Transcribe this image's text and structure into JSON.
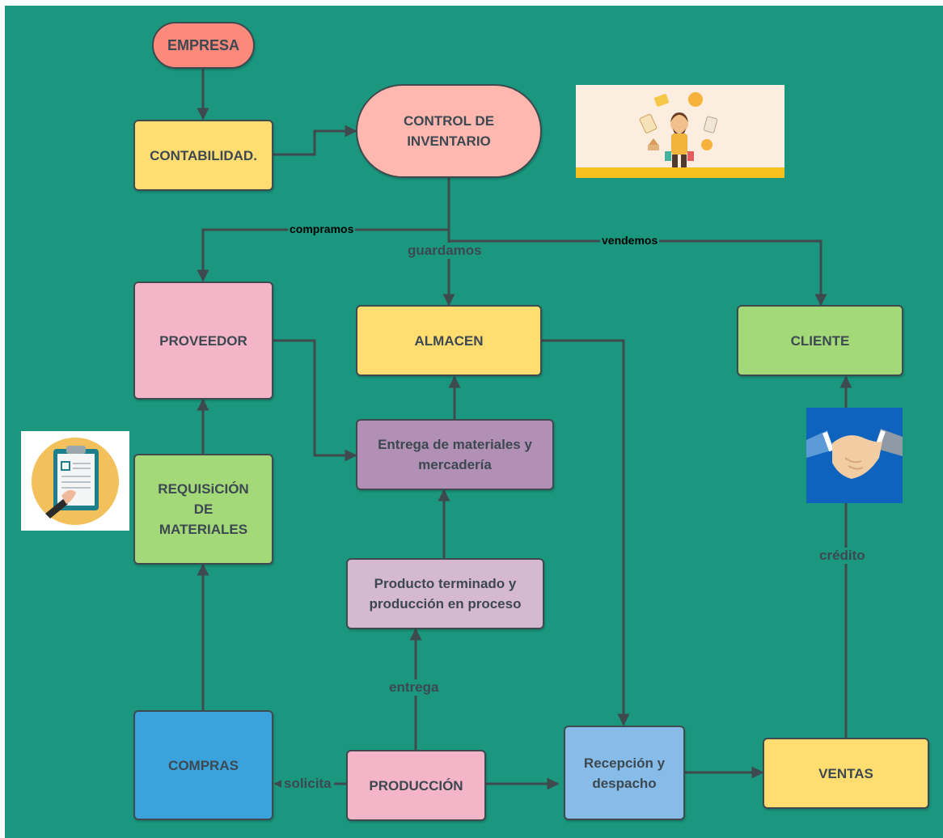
{
  "nodes": {
    "empresa": "EMPRESA",
    "contabilidad": "CONTABILIDAD.",
    "control": "CONTROL DE INVENTARIO",
    "proveedor": "PROVEEDOR",
    "almacen": "ALMACEN",
    "cliente": "CLIENTE",
    "entrega_materiales": "Entrega de materiales y mercadería",
    "requisicion": "REQUISiCIÓN DE MATERIALES",
    "producto_terminado": "Producto terminado y producción en proceso",
    "compras": "COMPRAS",
    "produccion": "PRODUCCIÓN",
    "recepcion": "Recepción y despacho",
    "ventas": "VENTAS"
  },
  "edge_labels": {
    "compramos": "compramos",
    "guardamos": "guardamos",
    "vendemos": "vendemos",
    "credito": "crédito",
    "entrega": "entrega",
    "solicita": "solicita"
  },
  "colors": {
    "background": "#1a977e",
    "red": "#fc8a7c",
    "salmon": "#ffb8b0",
    "yellow": "#ffdd71",
    "pink": "#f4b5c9",
    "green": "#a3d978",
    "purple": "#b290b5",
    "lilac": "#d5b9d1",
    "blue": "#3aa3dc",
    "lightblue": "#86bce7",
    "line": "#3f4a4f"
  },
  "icons": {
    "inventory": "inventory-manager-illustration",
    "requisition": "clipboard-icon",
    "deal": "handshake-icon"
  }
}
